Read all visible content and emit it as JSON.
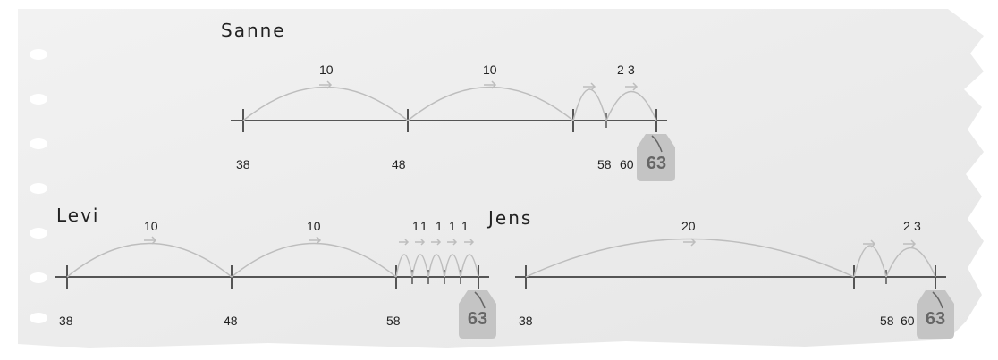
{
  "sanne": {
    "name": "Sanne",
    "jumps": [
      "10",
      "10",
      "2",
      "3"
    ],
    "ticks": [
      "38",
      "48",
      "58",
      "60"
    ],
    "target": "63"
  },
  "levi": {
    "name": "Levi",
    "jumps": [
      "10",
      "10",
      "1",
      "1",
      "1",
      "1",
      "1"
    ],
    "ticks": [
      "38",
      "48",
      "58"
    ],
    "target": "63"
  },
  "jens": {
    "name": "Jens",
    "jumps": [
      "20",
      "2",
      "3"
    ],
    "ticks": [
      "38",
      "58",
      "60"
    ],
    "target": "63"
  },
  "colors": {
    "paper": "#eeeeee",
    "line": "#555555",
    "arc": "#bdbdbd",
    "tag": "#c4c4c4"
  }
}
